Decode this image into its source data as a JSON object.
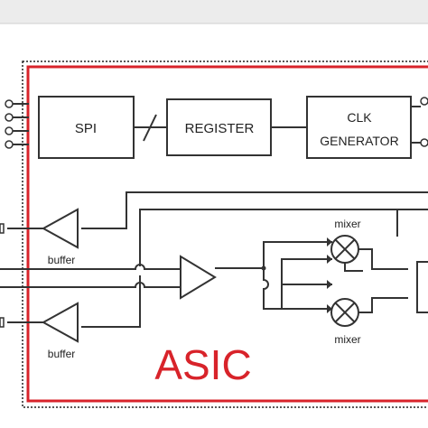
{
  "diagram": {
    "colors": {
      "asic_border": "#d8232a",
      "line": "#333333",
      "asic_label": "#d8232a"
    },
    "asic_label": "ASIC",
    "blocks": {
      "spi": "SPI",
      "register": "REGISTER",
      "clk_line1": "CLK",
      "clk_line2": "GENERATOR"
    },
    "labels": {
      "buffer_top": "buffer",
      "buffer_bottom": "buffer",
      "mixer_top": "mixer",
      "mixer_bottom": "mixer"
    }
  }
}
